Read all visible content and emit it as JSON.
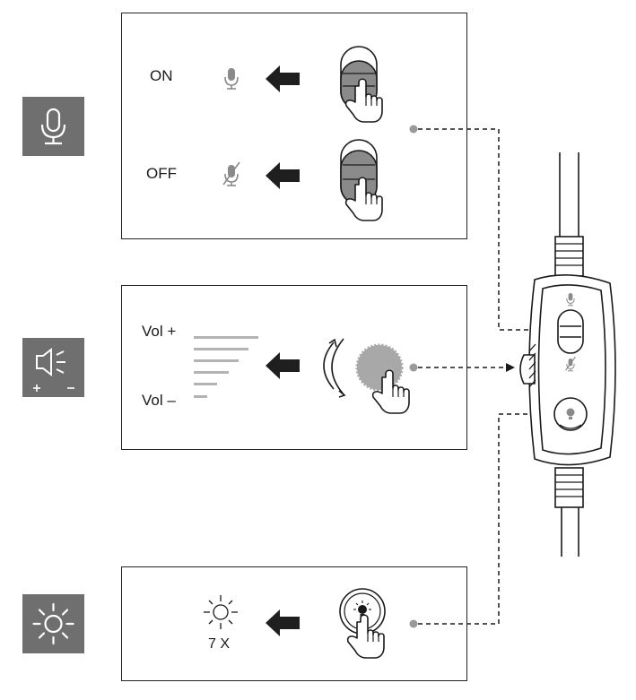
{
  "panels": {
    "mic": {
      "on_label": "ON",
      "off_label": "OFF"
    },
    "volume": {
      "vol_plus_label": "Vol +",
      "vol_minus_label": "Vol –"
    },
    "light": {
      "count_label": "7 X"
    }
  },
  "icons": {
    "side": [
      "microphone-icon",
      "speaker-volume-icon",
      "brightness-icon"
    ],
    "controls": [
      "microphone-icon",
      "microphone-muted-icon",
      "left-arrow-icon",
      "toggle-switch-icon",
      "pointing-hand-icon",
      "volume-wheel-icon",
      "rotate-arrows-icon",
      "light-button-icon",
      "sun-icon"
    ]
  },
  "colors": {
    "side_icon_bg": "#6f6f6f",
    "switch_fill": "#8a8a8a",
    "wheel_fill": "#a8a8a8",
    "arrow_fill": "#1f1f1f",
    "bar_fill": "#b3b3b3",
    "connector_dot": "#999999"
  }
}
